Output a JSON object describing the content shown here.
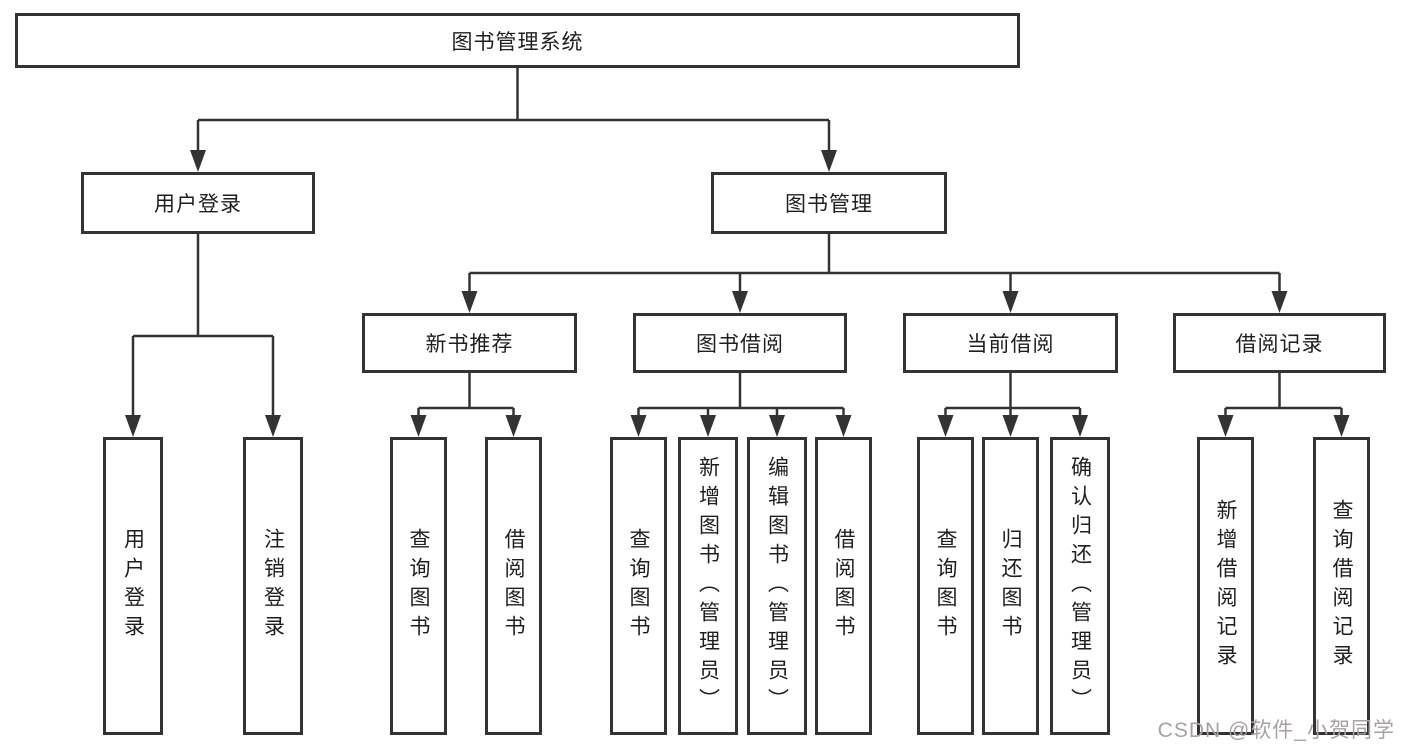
{
  "tree": {
    "root": "图书管理系统",
    "children": [
      {
        "label": "用户登录",
        "children": [
          "用户登录",
          "注销登录"
        ]
      },
      {
        "label": "图书管理",
        "children": [
          {
            "label": "新书推荐",
            "children": [
              "查询图书",
              "借阅图书"
            ]
          },
          {
            "label": "图书借阅",
            "children": [
              "查询图书",
              "新增图书（管理员）",
              "编辑图书（管理员）",
              "借阅图书"
            ]
          },
          {
            "label": "当前借阅",
            "children": [
              "查询图书",
              "归还图书",
              "确认归还（管理员）"
            ]
          },
          {
            "label": "借阅记录",
            "children": [
              "新增借阅记录",
              "查询借阅记录"
            ]
          }
        ]
      }
    ]
  },
  "watermark": {
    "text": "CSDN @软件_小贺同学"
  },
  "colors": {
    "line": "#333333",
    "box_border": "#333333",
    "box_fill": "#ffffff",
    "text": "#1f1f1f",
    "watermark": "#a6a2a2"
  }
}
